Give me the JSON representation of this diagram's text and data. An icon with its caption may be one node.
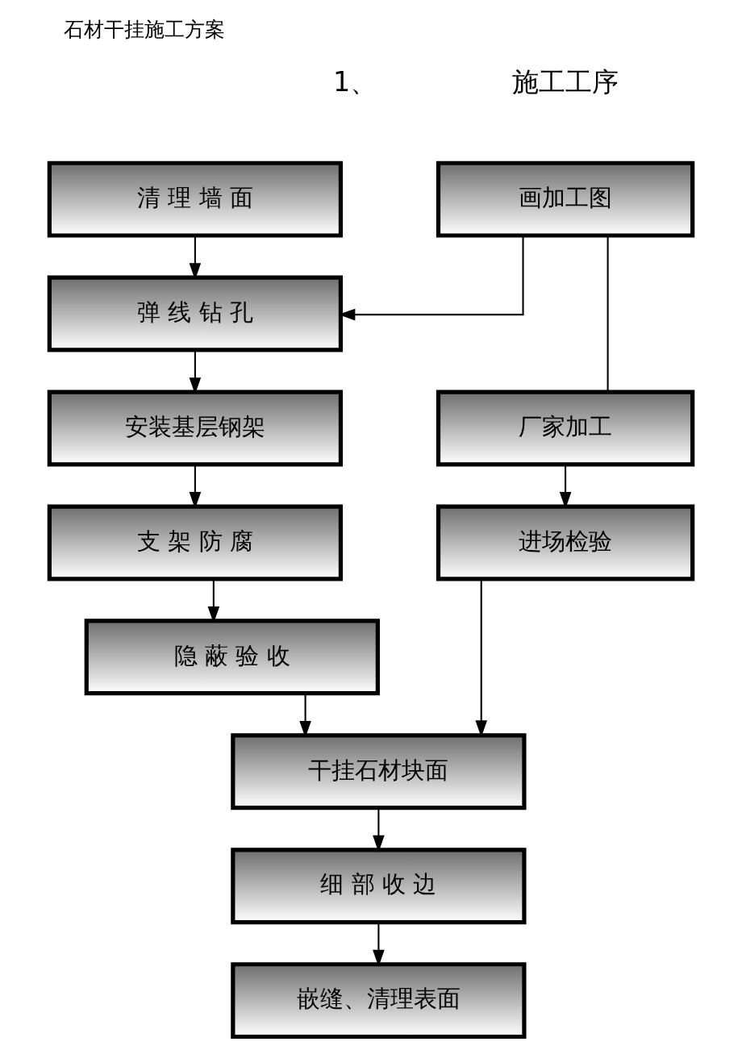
{
  "diagram": {
    "title": "石材干挂施工方案",
    "nodes": [
      {
        "text": [
          "画加工图"
        ]
      },
      {
        "text": [
          "清 理 墙 面"
        ]
      },
      {
        "text": [
          "弹 线 钻 孔"
        ]
      },
      {
        "text": [
          "厂家加工"
        ]
      },
      {
        "text": [
          "安装基层钢架"
        ]
      },
      {
        "text": [
          "进场检验"
        ]
      },
      {
        "text": [
          "支 架 防 腐"
        ]
      },
      {
        "text": [
          "隐 蔽 验 收"
        ]
      },
      {
        "text": [
          "干挂石材块面"
        ]
      },
      {
        "text": [
          "细 部 收 边"
        ]
      },
      {
        "text": [
          "嵌缝、清理表面"
        ]
      }
    ],
    "edges": [
      {
        "from": 1,
        "to": 2,
        "arrow": "to"
      },
      {
        "from": 0,
        "to": 2,
        "arrow": "to"
      },
      {
        "from": 0,
        "to": 3,
        "arrow": "none"
      },
      {
        "from": 2,
        "to": 4,
        "arrow": "to"
      },
      {
        "from": 3,
        "to": 5,
        "arrow": "to"
      },
      {
        "from": 4,
        "to": 6,
        "arrow": "to"
      },
      {
        "from": 6,
        "to": 7,
        "arrow": "to"
      },
      {
        "from": 7,
        "to": 8,
        "arrow": "to"
      },
      {
        "from": 5,
        "to": 8,
        "arrow": "to"
      },
      {
        "from": 8,
        "to": 9,
        "arrow": "to"
      },
      {
        "from": 9,
        "to": 10,
        "arrow": "to"
      }
    ],
    "labels": [
      "1、",
      "施工工序"
    ]
  }
}
